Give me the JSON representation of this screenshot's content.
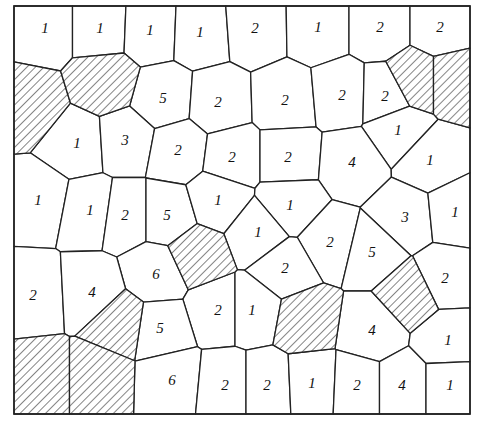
{
  "diagram": {
    "labels": [
      "1",
      "1",
      "1",
      "1",
      "2",
      "1",
      "2",
      "2",
      "5",
      "2",
      "2",
      "2",
      "2",
      "1",
      "1",
      "3",
      "2",
      "2",
      "2",
      "4",
      "1",
      "1",
      "1",
      "2",
      "5",
      "1",
      "1",
      "3",
      "1",
      "1",
      "2",
      "5",
      "6",
      "2",
      "2",
      "2",
      "4",
      "2",
      "1",
      "5",
      "4",
      "1",
      "6",
      "2",
      "2",
      "1",
      "2",
      "4",
      "1"
    ]
  }
}
